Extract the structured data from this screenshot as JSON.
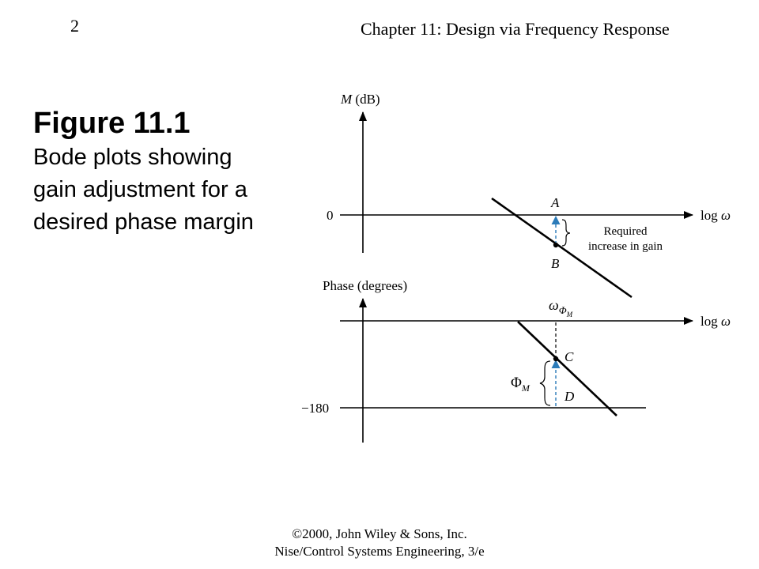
{
  "header": {
    "page_number": "2",
    "chapter": "Chapter 11: Design via Frequency Response"
  },
  "caption": {
    "title": "Figure 11.1",
    "description": "Bode plots showing gain adjustment for a desired phase margin"
  },
  "diagram": {
    "magnitude_plot": {
      "y_axis_label_var": "M",
      "y_axis_label_unit": " (dB)",
      "zero_tick": "0",
      "x_axis_label_prefix": "log ",
      "x_axis_label_var": "ω",
      "point_a": "A",
      "point_b": "B",
      "annotation_line1": "Required",
      "annotation_line2": "increase in gain"
    },
    "phase_plot": {
      "y_axis_label": "Phase (degrees)",
      "minus180_tick": "−180",
      "x_axis_label_prefix": "log ",
      "x_axis_label_var": "ω",
      "frequency_marker_var": "ω",
      "frequency_marker_sub": "Φ",
      "frequency_marker_subsub": "M",
      "point_c": "C",
      "point_d": "D",
      "margin_symbol": "Φ",
      "margin_sub": "M"
    },
    "colors": {
      "line": "#000000",
      "arrow_accent": "#2b7bb9"
    }
  },
  "footer": {
    "line1": "©2000, John Wiley & Sons, Inc.",
    "line2": "Nise/Control Systems Engineering, 3/e"
  }
}
